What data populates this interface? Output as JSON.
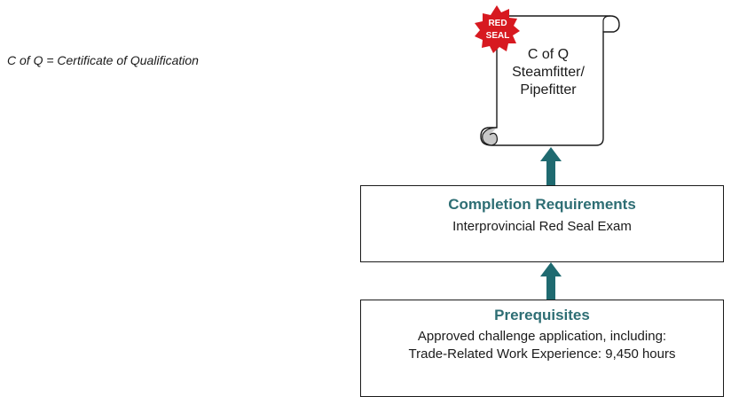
{
  "footnote": "C of Q = Certificate of Qualification",
  "certificate": {
    "seal_line1": "RED",
    "seal_line2": "SEAL",
    "line1": "C of Q",
    "line2": "Steamfitter/",
    "line3": "Pipefitter"
  },
  "completion": {
    "title": "Completion Requirements",
    "line1": "Interprovincial Red Seal Exam"
  },
  "prerequisites": {
    "title": "Prerequisites",
    "line1": "Approved challenge application, including:",
    "line2": "Trade-Related Work Experience: 9,450 hours"
  },
  "colors": {
    "accent": "#2e6e74",
    "seal": "#d71920",
    "border": "#1a1a1a"
  }
}
